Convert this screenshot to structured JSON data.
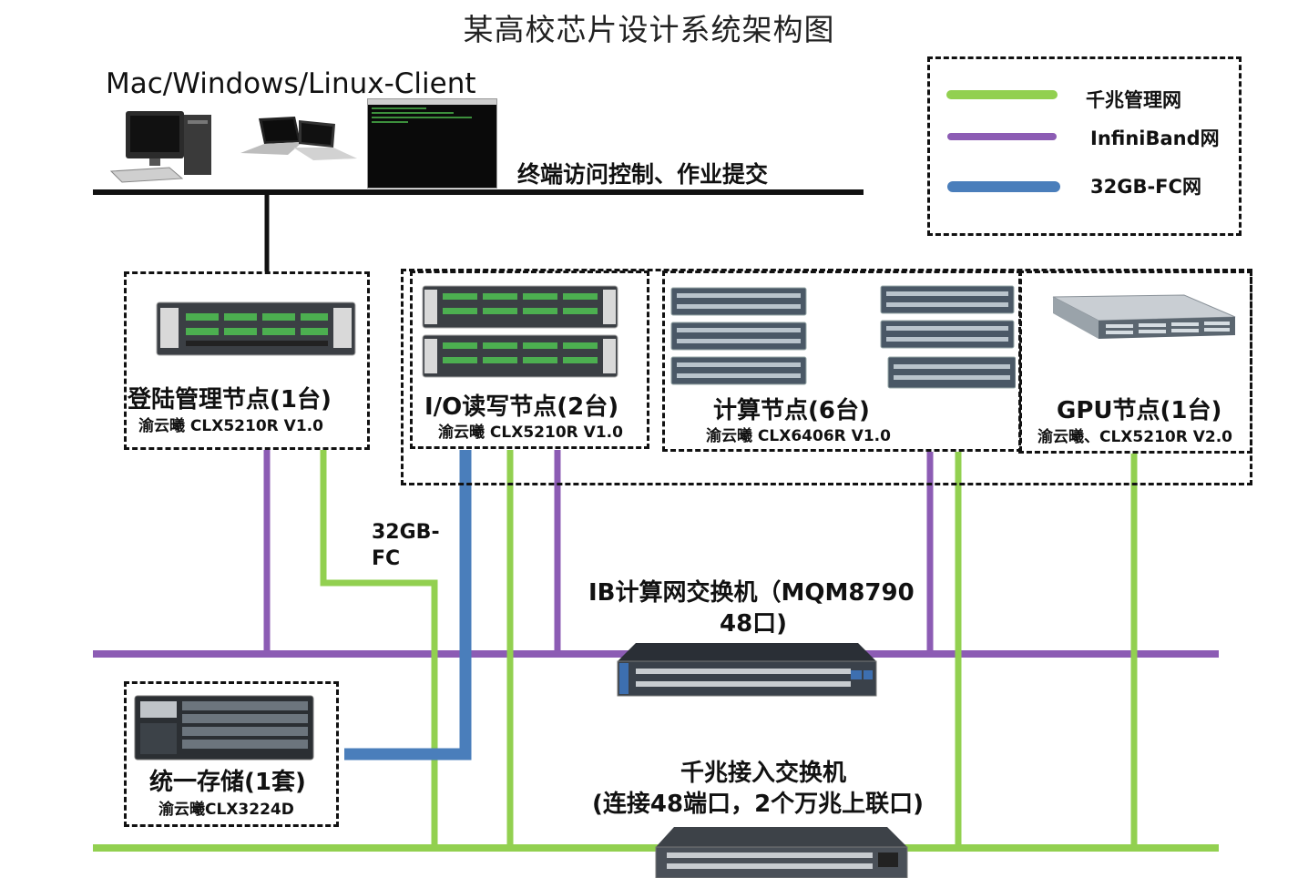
{
  "title": "某高校芯片设计系统架构图",
  "client": {
    "label": "Mac/Windows/Linux-Client",
    "access_label": "终端访问控制、作业提交"
  },
  "legend": {
    "items": [
      {
        "label": "千兆管理网",
        "color": "#92d050"
      },
      {
        "label": "InfiniBand网",
        "color": "#8c5cb4"
      },
      {
        "label": "32GB-FC网",
        "color": "#4a7ebb"
      }
    ]
  },
  "nodes": {
    "login": {
      "title": "登陆管理节点(1台)",
      "model": "渝云曦 CLX5210R V1.0"
    },
    "io": {
      "title": "I/O读写节点(2台)",
      "model": "渝云曦 CLX5210R V1.0"
    },
    "compute": {
      "title": "计算节点(6台)",
      "model": "渝云曦 CLX6406R V1.0"
    },
    "gpu": {
      "title": "GPU节点(1台)",
      "model": "渝云曦、CLX5210R V2.0"
    },
    "storage": {
      "title": "统一存储(1套)",
      "model": "渝云曦CLX3224D"
    }
  },
  "fc_label_1": "32GB-",
  "fc_label_2": "FC",
  "ib_switch": {
    "line1": "IB计算网交换机（MQM8790",
    "line2": "48口)"
  },
  "ge_switch": {
    "line1": "千兆接入交换机",
    "line2": "(连接48端口，2个万兆上联口)"
  },
  "colors": {
    "green": "#92d050",
    "purple": "#8c5cb4",
    "blue": "#4a7ebb",
    "black": "#111111"
  }
}
